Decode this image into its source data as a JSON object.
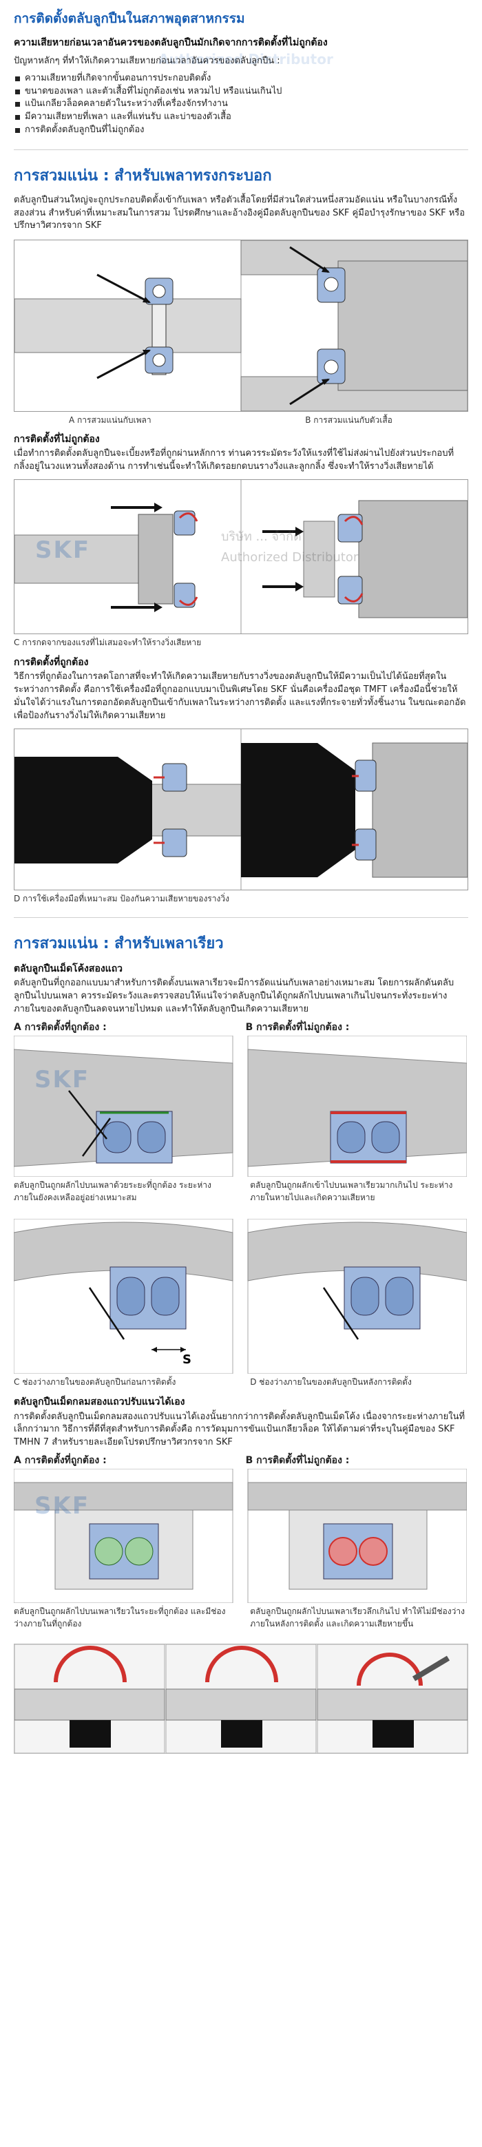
{
  "header": {
    "title": "การติดตั้งตลับลูกปืนในสภาพอุตสาหกรรม",
    "subtitle": "ความเสียหายก่อนเวลาอันควรของตลับลูกปืนมักเกิดจากการติดตั้งที่ไม่ถูกต้อง",
    "watermark": "Authorized Distributor",
    "intro": "ปัญหาหลักๆ ที่ทำให้เกิดความเสียหายก่อนเวลาอันควรของตลับลูกปืน :",
    "bullets": [
      "ความเสียหายที่เกิดจากขั้นตอนการประกอบติดตั้ง",
      "ขนาดของเพลา และตัวเสื้อที่ไม่ถูกต้องเช่น หลวมไป หรือแน่นเกินไป",
      "แป้นเกลียวล็อคคลายตัวในระหว่างที่เครื่องจักรทำงาน",
      "มีความเสียหายที่เพลา และที่แท่นรับ และบ่าของตัวเสื้อ",
      "การติดตั้งตลับลูกปืนที่ไม่ถูกต้อง"
    ]
  },
  "section1": {
    "title": "การสวมแน่น : สำหรับเพลาทรงกระบอก",
    "para": "ตลับลูกปืนส่วนใหญ่จะถูกประกอบติดตั้งเข้ากับเพลา หรือตัวเสื้อโดยที่มีส่วนใดส่วนหนึ่งสวมอัดแน่น หรือในบางกรณีทั้งสองส่วน สำหรับค่าที่เหมาะสมในการสวม โปรดศึกษาและอ้างอิงคู่มือตลับลูกปืนของ SKF คู่มือบำรุงรักษาของ SKF หรือปรึกษาวิศวกรจาก SKF",
    "fig_a_caption": "A การสวมแน่นกับเพลา",
    "fig_b_caption": "B การสวมแน่นกับตัวเสื้อ",
    "wrong_title": "การติดตั้งที่ไม่ถูกต้อง",
    "wrong_para": "เมื่อทำการติดตั้งตลับลูกปืนจะเบี้ยงหรือที่ถูกผ่านหลักการ ท่านควรระมัดระวังให้แรงที่ใช้ไม่ส่งผ่านไปยังส่วนประกอบที่กลิ้งอยู่ในวงแหวนทั้งสองด้าน การทำเช่นนี้จะทำให้เกิดรอยกดบนรางวิ่งและลูกกลิ้ง ซึ่งจะทำให้รางวิ่งเสียหายได้",
    "fig_c_caption": "C การกดจากของแรงที่ไม่เสมอจะทำให้รางวิ่งเสียหาย",
    "skf_logo": "SKF",
    "distributor_line1": "บริษัท ... จำกัด",
    "distributor_line2": "Authorized Distributor",
    "right_title": "การติดตั้งที่ถูกต้อง",
    "right_para": "วิธีการที่ถูกต้องในการลดโอกาสที่จะทำให้เกิดความเสียหายกับรางวิ่งของตลับลูกปืนให้มีความเป็นไปได้น้อยที่สุดในระหว่างการติดตั้ง คือการใช้เครื่องมือที่ถูกออกแบบมาเป็นพิเศษโดย SKF นั่นคือเครื่องมือชุด TMFT เครื่องมือนี้ช่วยให้มั่นใจได้ว่าแรงในการตอกอัดตลับลูกปืนเข้ากับเพลาในระหว่างการติดตั้ง และแรงที่กระจายทั่วทั้งชิ้นงาน ในขณะตอกอัด เพื่อป้องกันรางวิ่งไม่ให้เกิดความเสียหาย",
    "fig_d_caption": "D การใช้เครื่องมือที่เหมาะสม ป้องกันความเสียหายของรางวิ่ง"
  },
  "section2": {
    "title": "การสวมแน่น : สำหรับเพลาเรียว",
    "sub1_title": "ตลับลูกปืนเม็ดโค้งสองแถว",
    "sub1_para": "ตลับลูกปืนที่ถูกออกแบบมาสำหรับการติดตั้งบนเพลาเรียวจะมีการอัดแน่นกับเพลาอย่างเหมาะสม โดยการผลักดันตลับลูกปืนไปบนเพลา ควรระมัดระวังและตรวจสอบให้แน่ใจว่าตลับลูกปืนได้ถูกผลักไปบนเพลาเกินไปจนกระทั่งระยะห่างภายในของตลับลูกปืนลดจนหายไปหมด และทำให้ตลับลูกปืนเกิดความเสียหาย",
    "col_a": "A การติดตั้งที่ถูกต้อง :",
    "col_b": "B การติดตั้งที่ไม่ถูกต้อง :",
    "ab_cap_a": "ตลับลูกปืนถูกผลักไปบนเพลาด้วยระยะที่ถูกต้อง ระยะห่างภายในยังคงเหลืออยู่อย่างเหมาะสม",
    "ab_cap_b": "ตลับลูกปืนถูกผลักเข้าไปบนเพลาเรียวมากเกินไป ระยะห่างภายในหายไปและเกิดความเสียหาย",
    "s_label": "S",
    "cd_cap_c": "C ช่องว่างภายในของตลับลูกปืนก่อนการติดตั้ง",
    "cd_cap_d": "D ช่องว่างภายในของตลับลูกปืนหลังการติดตั้ง",
    "sub2_title": "ตลับลูกปืนเม็ดกลมสองแถวปรับแนวได้เอง",
    "sub2_para": "การติดตั้งตลับลูกปืนเม็ดกลมสองแถวปรับแนวได้เองนั้นยากกว่าการติดตั้งตลับลูกปืนเม็ดโค้ง เนื่องจากระยะห่างภายในที่เล็กกว่ามาก วิธีการที่ดีที่สุดสำหรับการติดตั้งคือ การวัดมุมการขันแป้นเกลียวล็อค ให้ได้ตามค่าที่ระบุในคู่มือของ SKF TMHN 7 สำหรับรายละเอียดโปรดปรึกษาวิศวกรจาก SKF",
    "col_a2": "A การติดตั้งที่ถูกต้อง :",
    "col_b2": "B การติดตั้งที่ไม่ถูกต้อง :",
    "ab2_cap_a": "ตลับลูกปืนถูกผลักไปบนเพลาเรียวในระยะที่ถูกต้อง และมีช่องว่างภายในที่ถูกต้อง",
    "ab2_cap_b": "ตลับลูกปืนถูกผลักไปบนเพลาเรียวลึกเกินไป ทำให้ไม่มีช่องว่างภายในหลังการติดตั้ง และเกิดความเสียหายขึ้น"
  },
  "colors": {
    "title_blue": "#1a5fb4",
    "bearing_blue": "#9fb8de",
    "arrow_red": "#d0312d",
    "steel": "#b8b8b8"
  }
}
